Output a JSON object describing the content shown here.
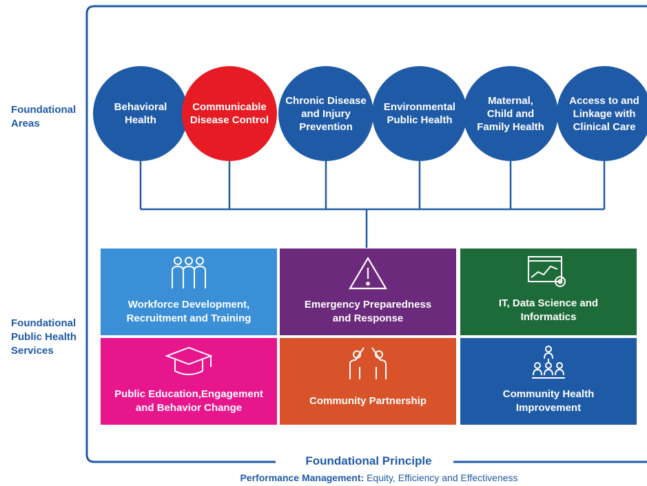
{
  "side_labels": {
    "areas": "Foundational\nAreas",
    "services": "Foundational\nPublic Health\nServices"
  },
  "areas": [
    {
      "label": "Behavioral\nHealth",
      "color": "#1f5aa6"
    },
    {
      "label": "Communicable\nDisease Control",
      "color": "#e61b24"
    },
    {
      "label": "Chronic Disease\nand Injury\nPrevention",
      "color": "#1f5aa6"
    },
    {
      "label": "Environmental\nPublic Health",
      "color": "#1f5aa6"
    },
    {
      "label": "Maternal,\nChild and\nFamily Health",
      "color": "#1f5aa6"
    },
    {
      "label": "Access to and\nLinkage with\nClinical Care",
      "color": "#1f5aa6"
    }
  ],
  "services": [
    {
      "label": "Workforce Development,\nRecruitment and Training",
      "color": "#3a8fd6",
      "icon": "people-group-icon"
    },
    {
      "label": "Emergency Preparedness\nand Response",
      "color": "#6b2a7b",
      "icon": "warning-triangle-icon"
    },
    {
      "label": "IT, Data Science and\nInformatics",
      "color": "#1e6b3a",
      "icon": "data-chart-gear-icon"
    },
    {
      "label": "Public Education,Engagement\nand Behavior Change",
      "color": "#e8168c",
      "icon": "graduation-cap-icon"
    },
    {
      "label": "Community Partnership",
      "color": "#d9532a",
      "icon": "high-five-icon"
    },
    {
      "label": "Community Health\nImprovement",
      "color": "#1f5aa6",
      "icon": "community-network-icon"
    }
  ],
  "principle": {
    "title": "Foundational Principle",
    "sub_bold": "Performance Management:",
    "sub_rest": " Equity, Efficiency and Effectiveness"
  },
  "colors": {
    "frame": "#1f5aa6",
    "connector": "#1f5aa6"
  }
}
